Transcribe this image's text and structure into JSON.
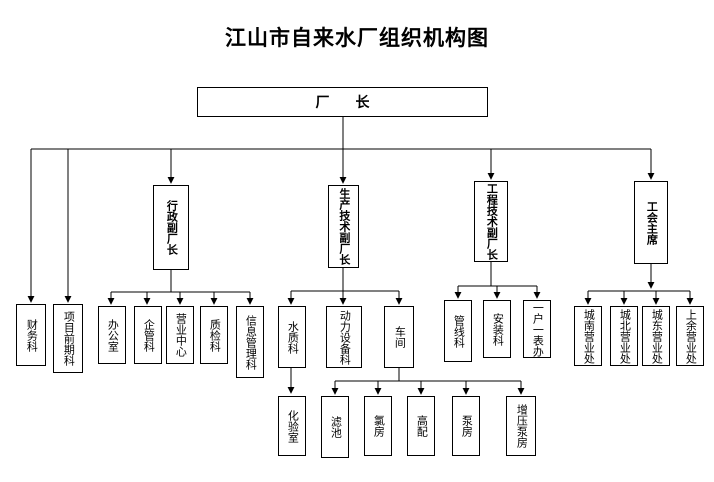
{
  "title": "江山市自来水厂组织机构图",
  "root": "厂长",
  "level1": {
    "finance": "财务科",
    "projects": "项目前期科",
    "admin_vp": "行政副厂长",
    "production_vp": "生产技术副厂长",
    "engineering_vp": "工程技术副厂长",
    "union": "工会主席"
  },
  "admin_depts": [
    "办公室",
    "企管科",
    "营业中心",
    "质检科",
    "信息管理科"
  ],
  "production_depts": [
    "水质科",
    "动力设备科",
    "车间"
  ],
  "lab": "化验室",
  "workshop_units": [
    "滤池",
    "氯房",
    "高配",
    "泵房",
    "增压泵房"
  ],
  "engineering_depts": [
    "管线科",
    "安装科",
    "一户一表办"
  ],
  "union_depts": [
    "城南营业处",
    "城北营业处",
    "城东营业处",
    "上余营业处"
  ]
}
